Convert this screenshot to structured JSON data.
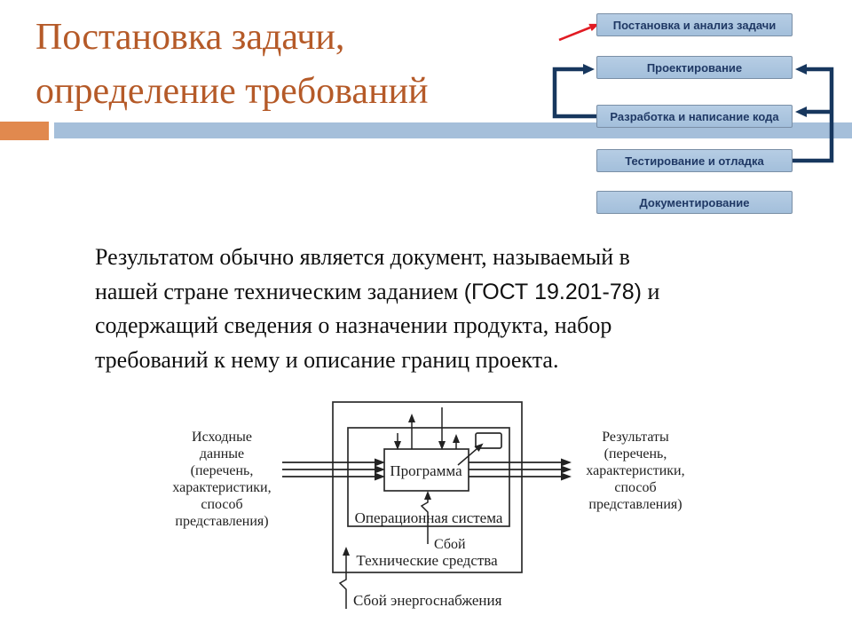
{
  "slide": {
    "title_line1": "Постановка задачи,",
    "title_line2": "определение требований"
  },
  "lifecycle": {
    "stages": [
      {
        "label": "Постановка и анализ задачи"
      },
      {
        "label": "Проектирование"
      },
      {
        "label": "Разработка и написание кода"
      },
      {
        "label": "Тестирование и отладка"
      },
      {
        "label": "Документирование"
      }
    ],
    "box_fill": "#a9c2de",
    "feedback_arrow_color": "#17375e",
    "pointer_arrow_color": "#e11b23"
  },
  "paragraph": {
    "line1": "Результатом обычно является документ, называемый в",
    "line2_pre": "нашей стране техническим заданием ",
    "line2_gost": "(ГОСТ 19.201-78)",
    "line2_post": " и",
    "line3": "содержащий сведения о назначении продукта, набор",
    "line4": "требований к нему и описание границ проекта."
  },
  "diagram": {
    "program_label": "Программа",
    "os_label": "Операционная система",
    "hardware_label": "Технические средства",
    "failure_label": "Сбой",
    "power_failure_label": "Сбой энергоснабжения",
    "input_label_lines": [
      "Исходные",
      "данные",
      "(перечень,",
      "характеристики,",
      "способ",
      "представления)"
    ],
    "output_label_lines": [
      "Результаты",
      "(перечень,",
      "характеристики,",
      "способ",
      "представления)"
    ]
  },
  "colors": {
    "title": "#b55a28",
    "accent_bar_orange": "#e1894e",
    "accent_bar_blue": "#a5bfda"
  }
}
